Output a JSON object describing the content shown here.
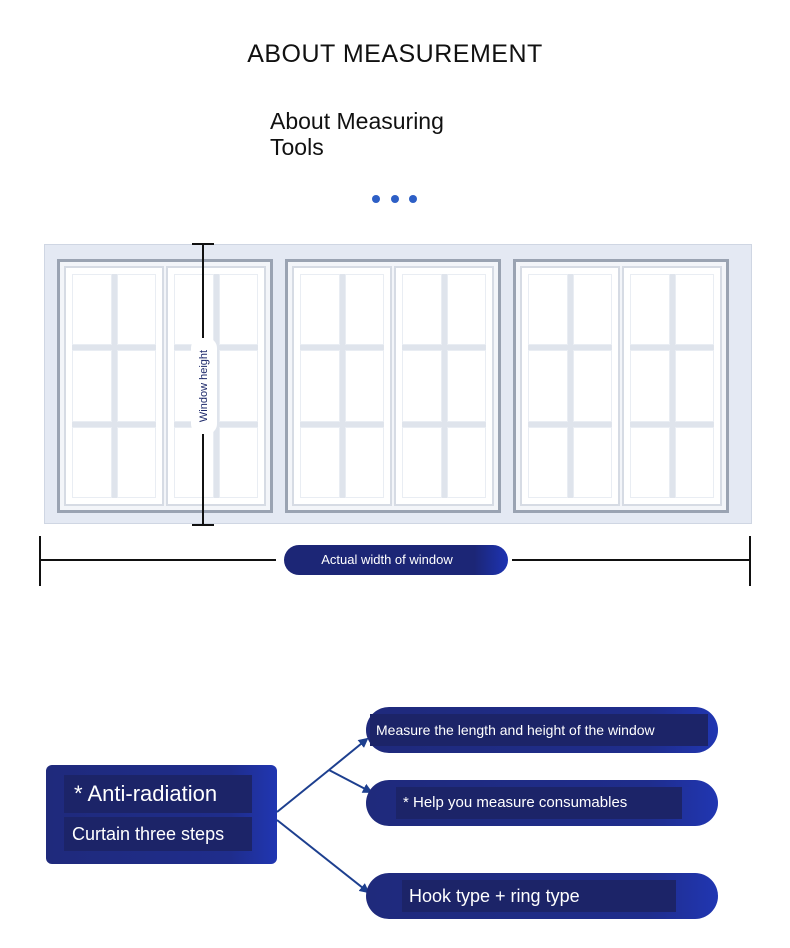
{
  "header": {
    "title": "ABOUT MEASUREMENT",
    "subtitle": "About Measuring Tools"
  },
  "pagination": {
    "dot_count": 3,
    "dot_color": "#2d5fc6"
  },
  "illustration": {
    "height_label": "Window height",
    "width_label": "Actual width of window",
    "section_count": 3
  },
  "steps": {
    "box_line1": "* Anti-radiation",
    "box_line2": "Curtain three steps",
    "items": [
      {
        "label": "Measure the length and height of the window"
      },
      {
        "label": "* Help you measure consumables"
      },
      {
        "label": "Hook type + ring type"
      }
    ]
  },
  "colors": {
    "navy": "#1f2a7c",
    "navy_dark": "#1c2468",
    "arrow": "#1d3f8f"
  }
}
